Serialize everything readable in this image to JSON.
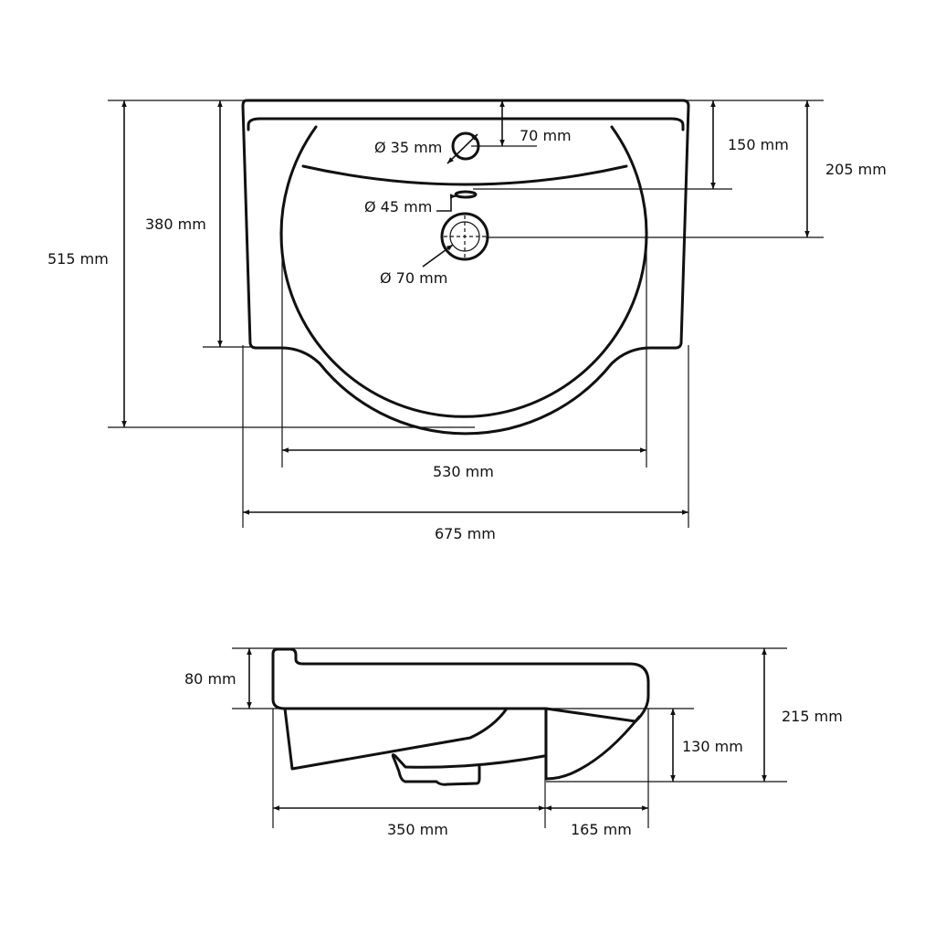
{
  "top_view": {
    "total_width": "675 mm",
    "bowl_width": "530 mm",
    "total_depth": "515 mm",
    "deck_depth": "380 mm",
    "tap_offset": "70 mm",
    "overflow_offset": "150 mm",
    "drain_offset": "205 mm",
    "tap_hole": "Ø 35 mm",
    "overflow_hole": "Ø 45 mm",
    "drain_hole": "Ø 70 mm"
  },
  "side_view": {
    "rim_height": "80 mm",
    "total_height": "215 mm",
    "front_height": "130 mm",
    "back_depth": "350 mm",
    "front_depth": "165 mm"
  },
  "colors": {
    "line": "#111111",
    "background": "#ffffff"
  }
}
